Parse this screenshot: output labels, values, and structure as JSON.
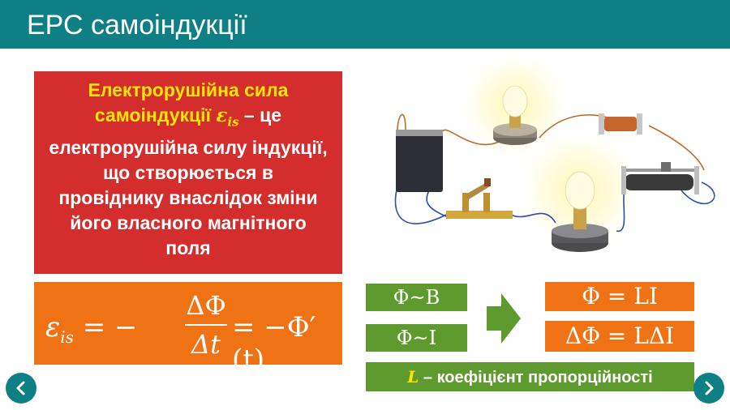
{
  "header": {
    "title": "ЕРС самоіндукції"
  },
  "definition": {
    "line1": "Електрорушійна сила",
    "line2_prefix": "самоіндукції ",
    "symbol": "ε",
    "symbol_sub": "is",
    "line2_suffix": " – це",
    "rest": "електрорушійна силу індукції, що створюється в провіднику внаслідок зміни його власного магнітного поля"
  },
  "formula": {
    "lhs": "ε",
    "lhs_sub": "is",
    "eq_minus": " = −",
    "numerator": "ΔΦ",
    "denominator": "Δt",
    "rhs": "= −Φ′(t)"
  },
  "proportions": {
    "phi_b": "Φ~B",
    "phi_i": "Φ~I",
    "phi_li": "Φ = LI",
    "dphi_ldi": "ΔΦ = LΔI"
  },
  "note": {
    "symbol": "L",
    "text": " – коефіцієнт пропорційності"
  },
  "colors": {
    "header": "#0f7f86",
    "definition_bg": "#d42d2d",
    "formula_bg": "#ef7314",
    "green": "#5f9a2f",
    "highlight": "#ffe600"
  },
  "icons": {
    "arrow": "right-arrow-icon",
    "prev": "chevron-left-icon",
    "next": "chevron-right-icon"
  }
}
